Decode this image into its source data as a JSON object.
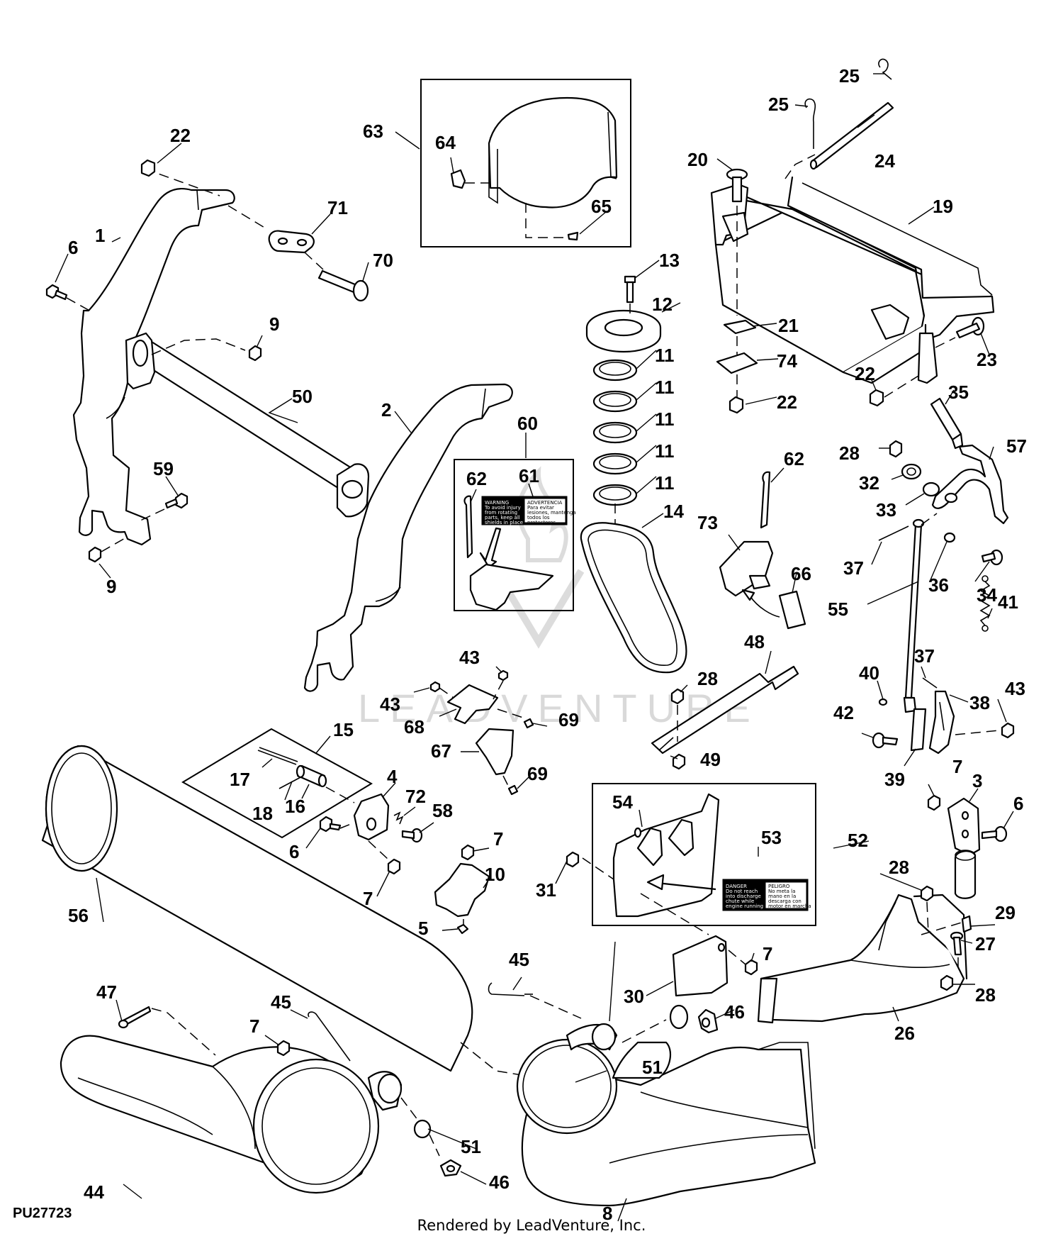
{
  "figure_id": "PU27723",
  "credit": "Rendered by LeadVenture, Inc.",
  "watermark": "LEADVENTURE",
  "colors": {
    "line": "#000000",
    "background": "#ffffff",
    "watermark": "#d9d9d9"
  },
  "decals": {
    "d61_left": [
      "WARNING",
      "To avoid injury",
      "from rotating",
      "parts, keep all",
      "shields in place"
    ],
    "d61_right": [
      "ADVERTENCIA",
      "Para evitar",
      "lesiones, mantenga",
      "todos los",
      "protectores"
    ],
    "d53_left": [
      "DANGER",
      "Do not reach",
      "into discharge",
      "chute while",
      "engine running"
    ],
    "d53_right": [
      "PELIGRO",
      "No meta la",
      "mano en la",
      "descarga con",
      "motor en marcha"
    ]
  },
  "callouts": [
    {
      "id": "c1",
      "text": "1"
    },
    {
      "id": "c2",
      "text": "2"
    },
    {
      "id": "c3",
      "text": "3"
    },
    {
      "id": "c4",
      "text": "4"
    },
    {
      "id": "c5",
      "text": "5"
    },
    {
      "id": "c6a",
      "text": "6"
    },
    {
      "id": "c6b",
      "text": "6"
    },
    {
      "id": "c6c",
      "text": "6"
    },
    {
      "id": "c7a",
      "text": "7"
    },
    {
      "id": "c7b",
      "text": "7"
    },
    {
      "id": "c7c",
      "text": "7"
    },
    {
      "id": "c7d",
      "text": "7"
    },
    {
      "id": "c7e",
      "text": "7"
    },
    {
      "id": "c8",
      "text": "8"
    },
    {
      "id": "c9a",
      "text": "9"
    },
    {
      "id": "c9b",
      "text": "9"
    },
    {
      "id": "c10",
      "text": "10"
    },
    {
      "id": "c11a",
      "text": "11"
    },
    {
      "id": "c11b",
      "text": "11"
    },
    {
      "id": "c11c",
      "text": "11"
    },
    {
      "id": "c11d",
      "text": "11"
    },
    {
      "id": "c11e",
      "text": "11"
    },
    {
      "id": "c12",
      "text": "12"
    },
    {
      "id": "c13",
      "text": "13"
    },
    {
      "id": "c14",
      "text": "14"
    },
    {
      "id": "c15",
      "text": "15"
    },
    {
      "id": "c16",
      "text": "16"
    },
    {
      "id": "c17",
      "text": "17"
    },
    {
      "id": "c18",
      "text": "18"
    },
    {
      "id": "c19",
      "text": "19"
    },
    {
      "id": "c20",
      "text": "20"
    },
    {
      "id": "c21",
      "text": "21"
    },
    {
      "id": "c22a",
      "text": "22"
    },
    {
      "id": "c22b",
      "text": "22"
    },
    {
      "id": "c22c",
      "text": "22"
    },
    {
      "id": "c23",
      "text": "23"
    },
    {
      "id": "c24",
      "text": "24"
    },
    {
      "id": "c25a",
      "text": "25"
    },
    {
      "id": "c25b",
      "text": "25"
    },
    {
      "id": "c26",
      "text": "26"
    },
    {
      "id": "c27",
      "text": "27"
    },
    {
      "id": "c28a",
      "text": "28"
    },
    {
      "id": "c28b",
      "text": "28"
    },
    {
      "id": "c28c",
      "text": "28"
    },
    {
      "id": "c28d",
      "text": "28"
    },
    {
      "id": "c29",
      "text": "29"
    },
    {
      "id": "c30",
      "text": "30"
    },
    {
      "id": "c31",
      "text": "31"
    },
    {
      "id": "c32",
      "text": "32"
    },
    {
      "id": "c33",
      "text": "33"
    },
    {
      "id": "c34",
      "text": "34"
    },
    {
      "id": "c35",
      "text": "35"
    },
    {
      "id": "c36",
      "text": "36"
    },
    {
      "id": "c37a",
      "text": "37"
    },
    {
      "id": "c37b",
      "text": "37"
    },
    {
      "id": "c38",
      "text": "38"
    },
    {
      "id": "c39",
      "text": "39"
    },
    {
      "id": "c40",
      "text": "40"
    },
    {
      "id": "c41",
      "text": "41"
    },
    {
      "id": "c42",
      "text": "42"
    },
    {
      "id": "c43a",
      "text": "43"
    },
    {
      "id": "c43b",
      "text": "43"
    },
    {
      "id": "c43c",
      "text": "43"
    },
    {
      "id": "c44",
      "text": "44"
    },
    {
      "id": "c45a",
      "text": "45"
    },
    {
      "id": "c45b",
      "text": "45"
    },
    {
      "id": "c46a",
      "text": "46"
    },
    {
      "id": "c46b",
      "text": "46"
    },
    {
      "id": "c47",
      "text": "47"
    },
    {
      "id": "c48",
      "text": "48"
    },
    {
      "id": "c49",
      "text": "49"
    },
    {
      "id": "c50",
      "text": "50"
    },
    {
      "id": "c51a",
      "text": "51"
    },
    {
      "id": "c51b",
      "text": "51"
    },
    {
      "id": "c52",
      "text": "52"
    },
    {
      "id": "c53",
      "text": "53"
    },
    {
      "id": "c54",
      "text": "54"
    },
    {
      "id": "c55",
      "text": "55"
    },
    {
      "id": "c56",
      "text": "56"
    },
    {
      "id": "c57",
      "text": "57"
    },
    {
      "id": "c58",
      "text": "58"
    },
    {
      "id": "c59",
      "text": "59"
    },
    {
      "id": "c60",
      "text": "60"
    },
    {
      "id": "c61",
      "text": "61"
    },
    {
      "id": "c62a",
      "text": "62"
    },
    {
      "id": "c62b",
      "text": "62"
    },
    {
      "id": "c63",
      "text": "63"
    },
    {
      "id": "c64",
      "text": "64"
    },
    {
      "id": "c65",
      "text": "65"
    },
    {
      "id": "c66",
      "text": "66"
    },
    {
      "id": "c67",
      "text": "67"
    },
    {
      "id": "c68",
      "text": "68"
    },
    {
      "id": "c69a",
      "text": "69"
    },
    {
      "id": "c69b",
      "text": "69"
    },
    {
      "id": "c70",
      "text": "70"
    },
    {
      "id": "c71",
      "text": "71"
    },
    {
      "id": "c72",
      "text": "72"
    },
    {
      "id": "c73",
      "text": "73"
    },
    {
      "id": "c74",
      "text": "74"
    }
  ]
}
